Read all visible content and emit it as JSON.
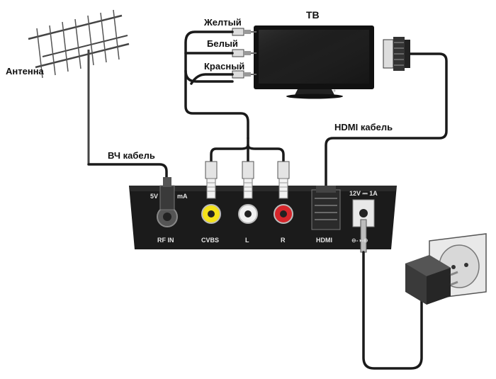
{
  "labels": {
    "tv": "ТВ",
    "antenna": "Антенна",
    "rf_cable": "ВЧ кабель",
    "hdmi_cable": "HDMI кабель",
    "yellow": "Желтый",
    "white": "Белый",
    "red": "Красный"
  },
  "panel": {
    "power_label": "5V",
    "power_current": "mA",
    "rf_in": "RF IN",
    "cvbs": "CVBS",
    "left": "L",
    "right": "R",
    "hdmi": "HDMI",
    "dc_rating": "12V ⎓ 1A",
    "polarity": "⊖-◑-⊕"
  },
  "colors": {
    "box": "#1b1b1b",
    "yellow_jack": "#f4e21a",
    "white_jack": "#f2f2f2",
    "red_jack": "#d6262b",
    "cable": "#1a1a1a",
    "outlet": "#e9e9e9"
  }
}
